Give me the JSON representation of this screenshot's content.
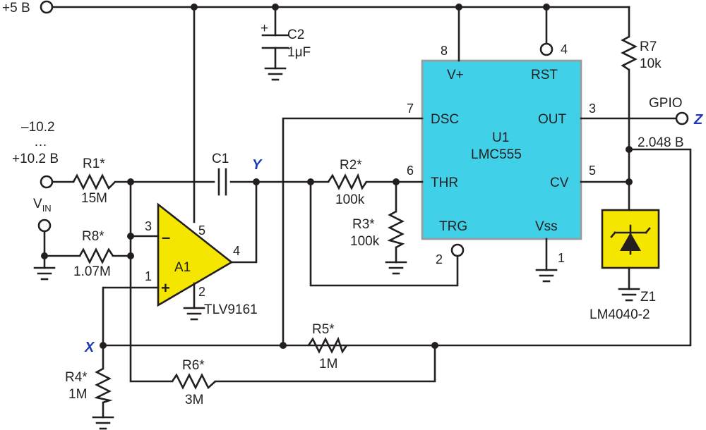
{
  "colors": {
    "wire": "#231f20",
    "timer_body": "#40d0e8",
    "opamp_body": "#f5e600",
    "zener_body": "#f5e600",
    "net_label": "#1f3ab8"
  },
  "supply": {
    "label": "+5 B"
  },
  "input": {
    "range_low": "–10.2",
    "range_dots": "…",
    "range_high": "+10.2 B",
    "vin_main": "V",
    "vin_sub": "IN"
  },
  "nets": {
    "x": "X",
    "y": "Y",
    "z": "Z",
    "gpio": "GPIO",
    "ref": "2.048 B"
  },
  "components": {
    "c2": {
      "ref": "C2",
      "value": "1μF",
      "plus": "+"
    },
    "c1": {
      "ref": "C1"
    },
    "r1": {
      "ref": "R1*",
      "value": "15M"
    },
    "r2": {
      "ref": "R2*",
      "value": "100k"
    },
    "r3": {
      "ref": "R3*",
      "value": "100k"
    },
    "r4": {
      "ref": "R4*",
      "value": "1M"
    },
    "r5": {
      "ref": "R5*",
      "value": "1M"
    },
    "r6": {
      "ref": "R6*",
      "value": "3M"
    },
    "r7": {
      "ref": "R7",
      "value": "10k"
    },
    "r8": {
      "ref": "R8*",
      "value": "1.07M"
    },
    "z1": {
      "ref": "Z1",
      "part": "LM4040-2"
    },
    "a1": {
      "ref": "A1",
      "part": "TLV9161",
      "minus": "–",
      "plus": "+"
    },
    "u1": {
      "ref": "U1",
      "part": "LMC555"
    }
  },
  "u1_pins": {
    "vplus": "V+",
    "rst": "RST",
    "dsc": "DSC",
    "out": "OUT",
    "thr": "THR",
    "cv": "CV",
    "trg": "TRG",
    "vss": "Vss"
  },
  "pin_numbers": {
    "u1_8": "8",
    "u1_4": "4",
    "u1_7": "7",
    "u1_3": "3",
    "u1_6": "6",
    "u1_5": "5",
    "u1_2": "2",
    "u1_1": "1",
    "a1_3": "3",
    "a1_5": "5",
    "a1_4": "4",
    "a1_1": "1",
    "a1_2": "2"
  }
}
